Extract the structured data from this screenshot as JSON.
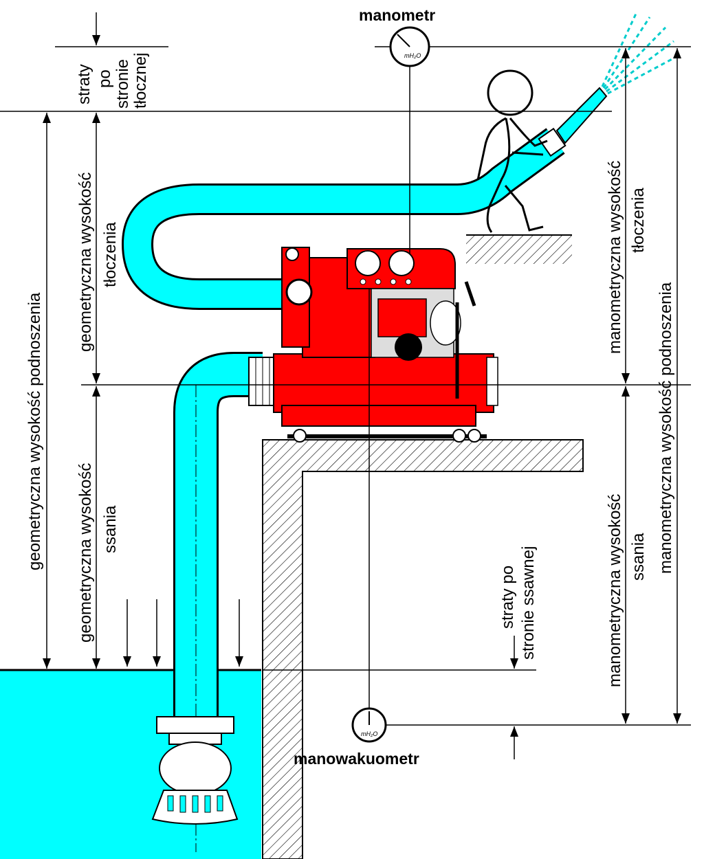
{
  "labels": {
    "manometr": "manometr",
    "manowakuometr": "manowakuometr",
    "straty_tloczne_1": "straty",
    "straty_tloczne_2": "po",
    "straty_tloczne_3": "stronie",
    "straty_tloczne_4": "tłocznej",
    "geom_podnoszenia": "geometryczna wysokość podnoszenia",
    "geom_tloczenia_1": "geometryczna wysokość",
    "geom_tloczenia_2": "tłoczenia",
    "geom_ssania_1": "geometryczna wysokość",
    "geom_ssania_2": "ssania",
    "mano_tloczenia_1": "manometryczna wysokość",
    "mano_tloczenia_2": "tłoczenia",
    "mano_podnoszenia": "manometryczna wysokość podnoszenia",
    "mano_ssania_1": "manometryczna wysokość",
    "mano_ssania_2": "ssania",
    "straty_ssawne_1": "straty po",
    "straty_ssawne_2": "stronie ssawnej"
  },
  "gauge_unit": "mH₂O",
  "colors": {
    "water": "#00ffff",
    "pump": "#ff0000",
    "line": "#000000"
  }
}
